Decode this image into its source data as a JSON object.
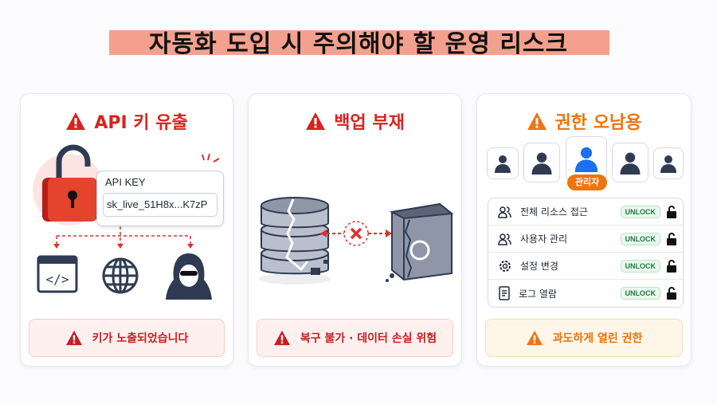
{
  "title": "자동화 도입 시 주의해야 할 운영 리스크",
  "colors": {
    "red": "#d9231f",
    "orange": "#ee7410",
    "title_highlight": "#f4a08e",
    "unlock_green": "#1f7a3a"
  },
  "cards": [
    {
      "title": "API 키 유출",
      "key_label": "API KEY",
      "key_value": "sk_live_51H8x...K7zP",
      "icons": [
        "code-window-icon",
        "globe-icon",
        "hacker-icon"
      ],
      "banner": "키가 노출되었습니다"
    },
    {
      "title": "백업 부재",
      "icons": [
        "broken-database-icon",
        "x-icon",
        "broken-backup-server-icon"
      ],
      "banner": "복구 불가 · 데이터 손실 위험"
    },
    {
      "title": "권한 오남용",
      "admin_label": "관리자",
      "permissions": [
        {
          "icon": "users-icon",
          "label": "전체 리소스 접근",
          "status": "UNLOCK"
        },
        {
          "icon": "users-icon",
          "label": "사용자 관리",
          "status": "UNLOCK"
        },
        {
          "icon": "gear-icon",
          "label": "설정 변경",
          "status": "UNLOCK"
        },
        {
          "icon": "document-icon",
          "label": "로그 열람",
          "status": "UNLOCK"
        }
      ],
      "banner": "과도하게 열린 권한"
    }
  ]
}
